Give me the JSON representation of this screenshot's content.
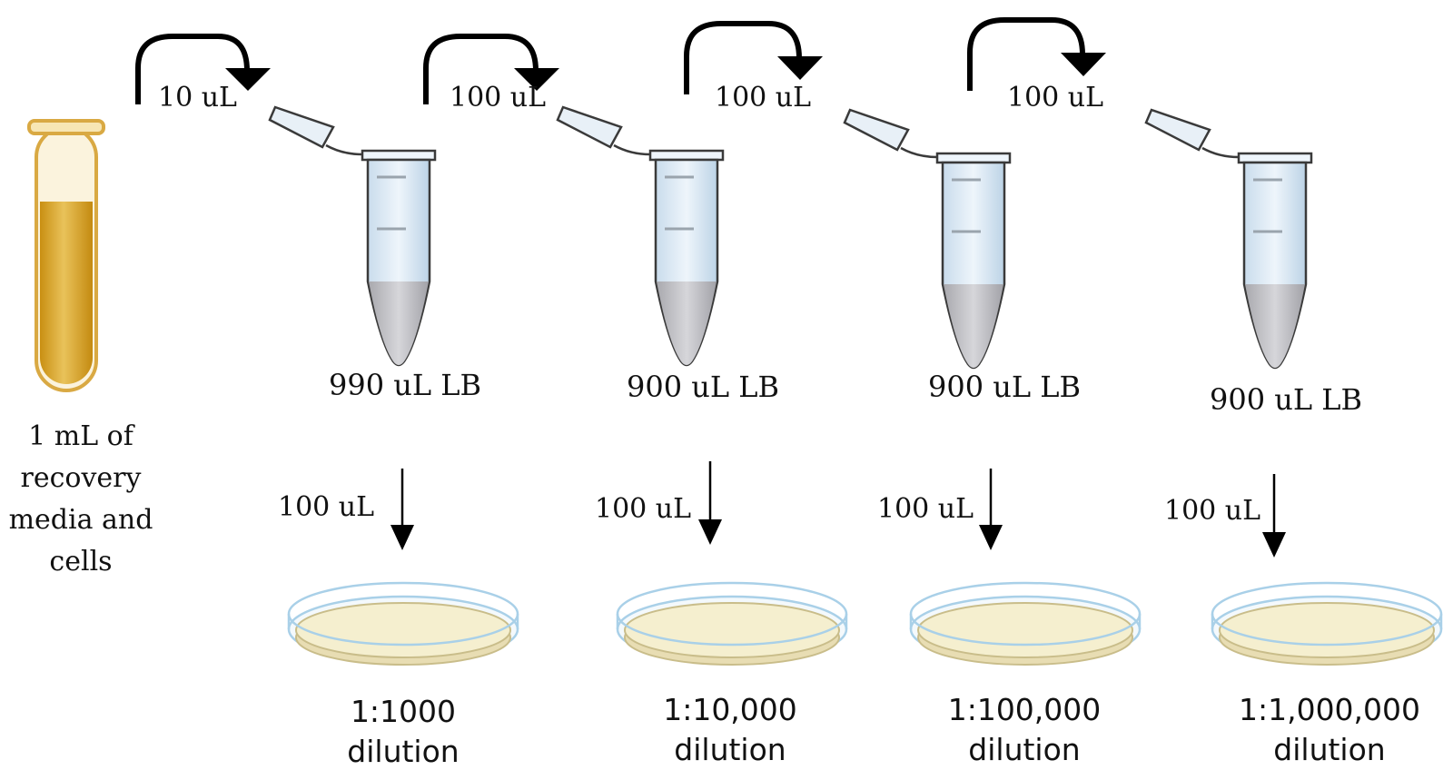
{
  "source": {
    "lines": [
      "1 mL of",
      "recovery",
      "media and",
      "cells"
    ]
  },
  "transfers": [
    "10 uL",
    "100 uL",
    "100 uL",
    "100 uL"
  ],
  "tubes": [
    {
      "contents": "990 uL LB"
    },
    {
      "contents": "900 uL LB"
    },
    {
      "contents": "900 uL LB"
    },
    {
      "contents": "900 uL LB"
    }
  ],
  "plating_volumes": [
    "100 uL",
    "100 uL",
    "100 uL",
    "100 uL"
  ],
  "plates": [
    {
      "ratio": "1:1000",
      "word": "dilution"
    },
    {
      "ratio": "1:10,000",
      "word": "dilution"
    },
    {
      "ratio": "1:100,000",
      "word": "dilution"
    },
    {
      "ratio": "1:1,000,000",
      "word": "dilution"
    }
  ],
  "colors": {
    "arrow": "#000000",
    "tube_fill": "#dbe9f5",
    "tube_outline": "#3a3a3a",
    "liquid": "#c9c9cc",
    "culture": "#d8a62a",
    "plate_rim": "#a9d0e8",
    "agar": "#f5efcf"
  }
}
